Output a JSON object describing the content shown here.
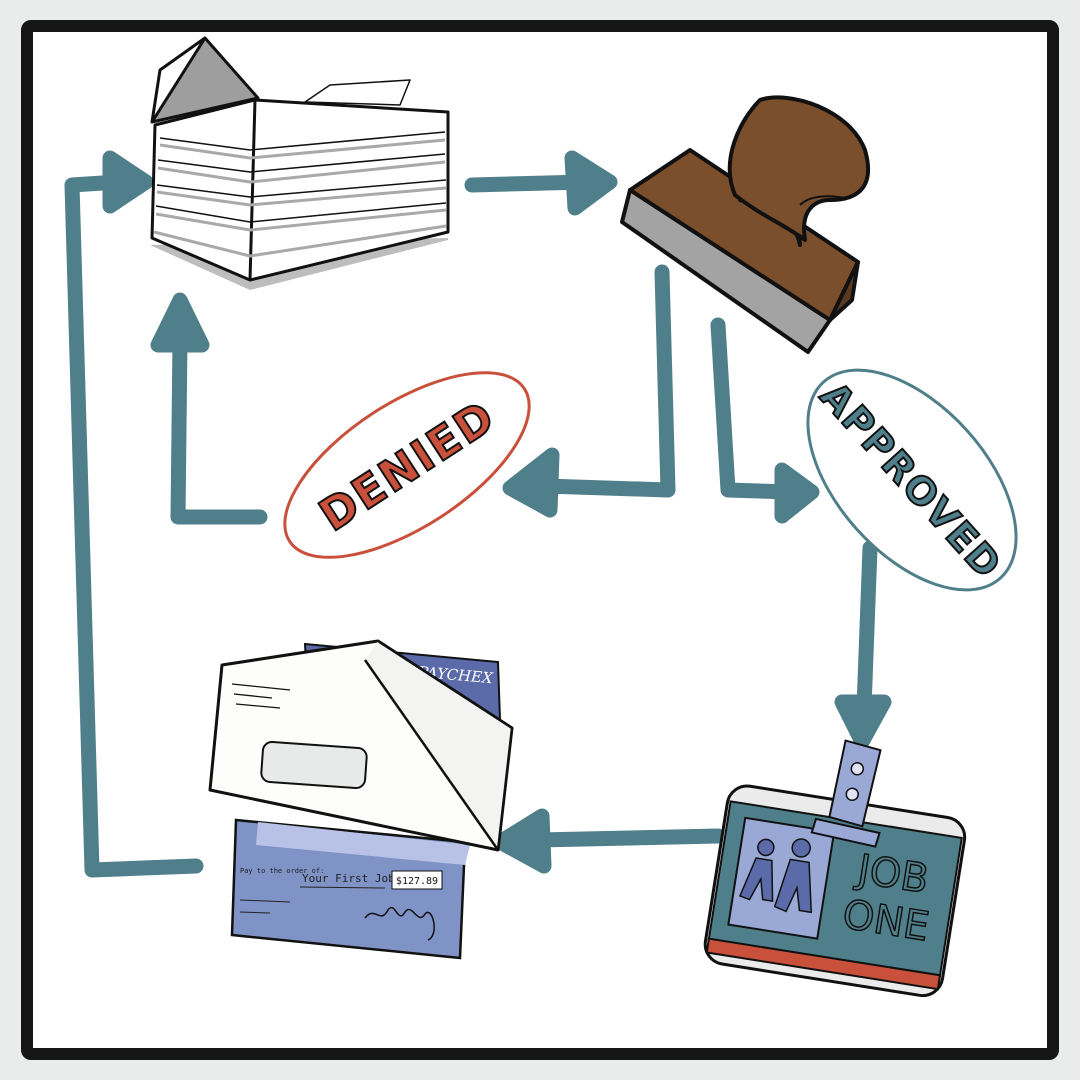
{
  "stamps": {
    "denied": "DENIED",
    "approved": "APPROVED"
  },
  "badge": {
    "line1": "JOB",
    "line2": "ONE"
  },
  "paycheck": {
    "company": "PAYCHEX",
    "pay_to_label": "Pay to the order of:",
    "payee": "Your First Job",
    "amount": "$127.89"
  },
  "colors": {
    "arrow": "#4f7f8a",
    "denied": "#c9503a",
    "approved": "#4f7f8a",
    "stamp_wood": "#7b4f2c",
    "check_blue": "#8093c6",
    "badge_teal": "#4f7f8a",
    "frame": "#161616"
  },
  "icons": [
    "paper-stack-icon",
    "rubber-stamp-icon",
    "id-badge-icon",
    "paycheck-envelope-icon"
  ]
}
